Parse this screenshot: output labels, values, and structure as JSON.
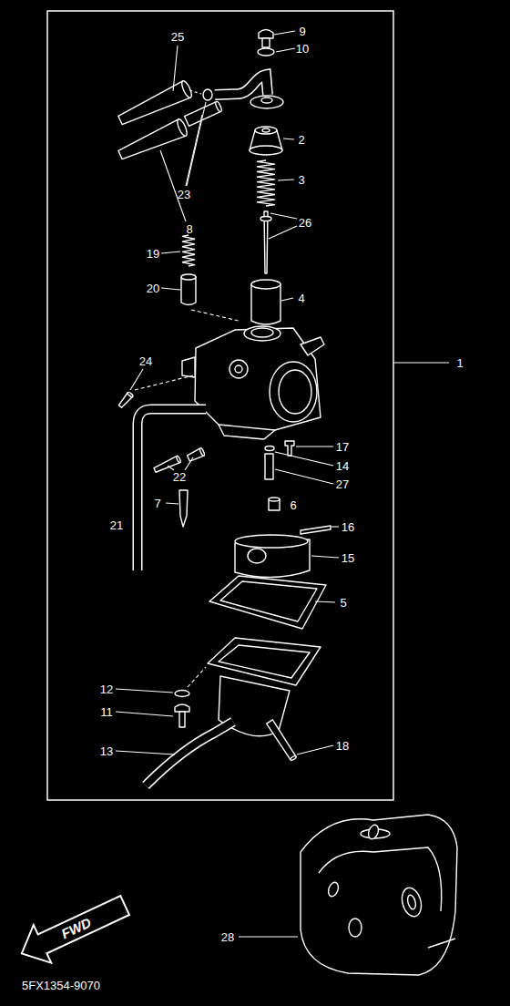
{
  "diagram": {
    "nodes": [
      {
        "text": [
          "FWD"
        ]
      }
    ],
    "labels": [
      "9",
      "25",
      "10",
      "2",
      "3",
      "23",
      "26",
      "8",
      "19",
      "20",
      "4",
      "24",
      "1",
      "17",
      "14",
      "22",
      "27",
      "7",
      "6",
      "21",
      "16",
      "15",
      "5",
      "12",
      "11",
      "18",
      "13",
      "28",
      "5FX1354-9070"
    ]
  }
}
